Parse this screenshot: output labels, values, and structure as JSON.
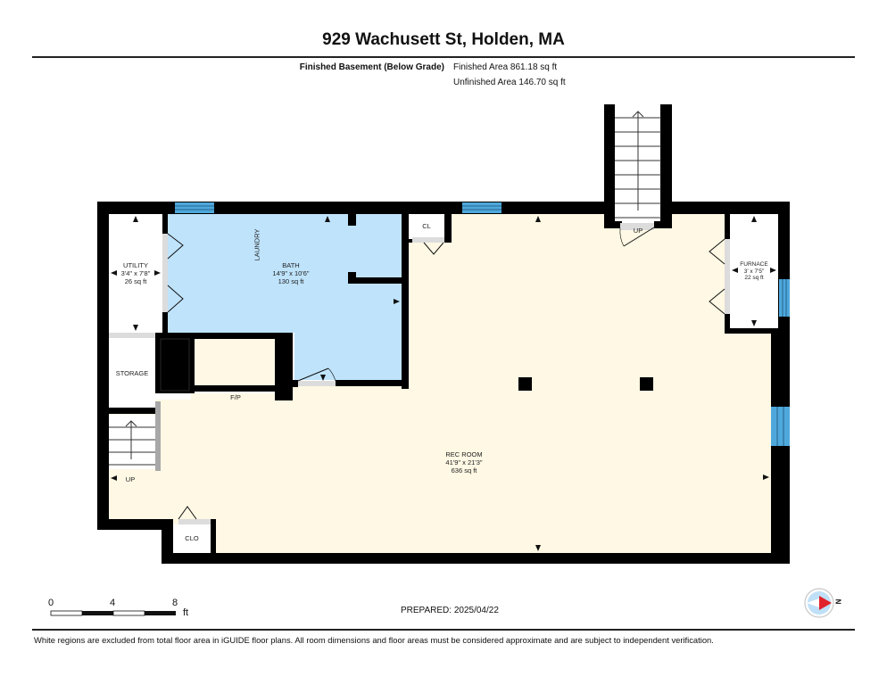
{
  "header": {
    "title": "929 Wachusett St, Holden, MA",
    "level_label": "Finished Basement (Below Grade)",
    "finished_area": "Finished Area 861.18 sq ft",
    "unfinished_area": "Unfinished Area 146.70 sq ft"
  },
  "rooms": {
    "utility": {
      "name": "UTILITY",
      "dims": "3'4\" x 7'8\"",
      "area": "26 sq ft"
    },
    "bath": {
      "name": "BATH",
      "dims": "14'9\" x 10'6\"",
      "area": "130 sq ft"
    },
    "laundry": {
      "name": "LAUNDRY"
    },
    "closet_top": {
      "name": "CL"
    },
    "furnace": {
      "name": "FURNACE",
      "dims": "3' x 7'5\"",
      "area": "22 sq ft"
    },
    "storage": {
      "name": "STORAGE"
    },
    "fireplace": {
      "name": "F/P"
    },
    "rec_room": {
      "name": "REC ROOM",
      "dims": "41'9\" x 21'3\"",
      "area": "636 sq ft"
    },
    "closet_bottom": {
      "name": "CLO"
    },
    "stairs_top": {
      "label": "UP"
    },
    "stairs_left": {
      "label": "UP"
    }
  },
  "scale": {
    "ticks": [
      "0",
      "4",
      "8"
    ],
    "unit": "ft"
  },
  "compass": {
    "label": "N"
  },
  "footer": {
    "prepared": "PREPARED: 2025/04/22",
    "disclaimer": "White regions are excluded from total floor area in iGUIDE floor plans. All room dimensions and floor areas must be considered approximate and are subject to independent verification."
  },
  "colors": {
    "wall": "#000000",
    "rec_room_fill": "#fef8e4",
    "bath_fill": "#bfe3fb",
    "window": "#4ea8dc",
    "door_threshold": "#dcdcdc",
    "unfinished_fill": "#ffffff",
    "compass_red": "#e0222a",
    "compass_blue": "#bfe0f7"
  }
}
